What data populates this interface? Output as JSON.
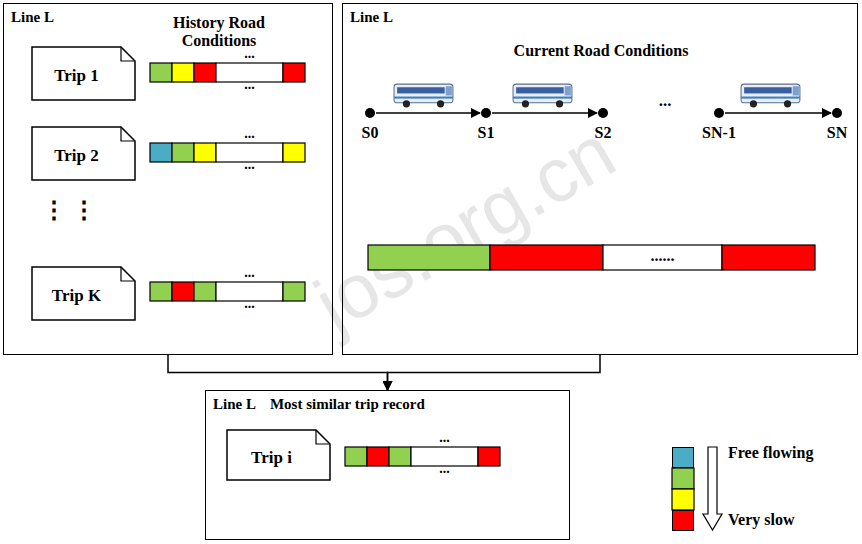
{
  "diagram": {
    "nodes": [
      {
        "text": [
          "Line L",
          "History Road Conditions"
        ]
      },
      {
        "text": [
          "Trip 1"
        ],
        "in": 0
      },
      {
        "text": [
          "Trip 2"
        ],
        "in": 0
      },
      {
        "text": [
          "Trip K"
        ],
        "in": 0
      },
      {
        "text": [
          "Line L",
          "Current Road Conditions"
        ]
      },
      {
        "text": [
          "S0"
        ],
        "in": 4
      },
      {
        "text": [
          "S1"
        ],
        "in": 4
      },
      {
        "text": [
          "S2"
        ],
        "in": 4
      },
      {
        "text": [
          "SN-1"
        ],
        "in": 4
      },
      {
        "text": [
          "SN"
        ],
        "in": 4
      },
      {
        "text": [
          "Line L",
          "Most similar trip record"
        ]
      },
      {
        "text": [
          "Trip i"
        ],
        "in": 10
      }
    ],
    "edges": [
      {
        "from": 5,
        "to": 6,
        "arrow": "to"
      },
      {
        "from": 6,
        "to": 7,
        "arrow": "to"
      },
      {
        "from": 8,
        "to": 9,
        "arrow": "to"
      },
      {
        "from": 0,
        "to": 10,
        "arrow": "to"
      },
      {
        "from": 4,
        "to": 10,
        "arrow": "to"
      }
    ],
    "labels": [
      "...",
      "...",
      "...",
      "...",
      "⋮ ⋮",
      "...",
      "...",
      "...",
      "......",
      "...",
      "...",
      "jos.org.cn"
    ],
    "legend": [
      {
        "text": "Free flowing",
        "color": "#4bacc6"
      },
      {
        "text": "Very slow",
        "color": "#ff0000"
      }
    ]
  }
}
